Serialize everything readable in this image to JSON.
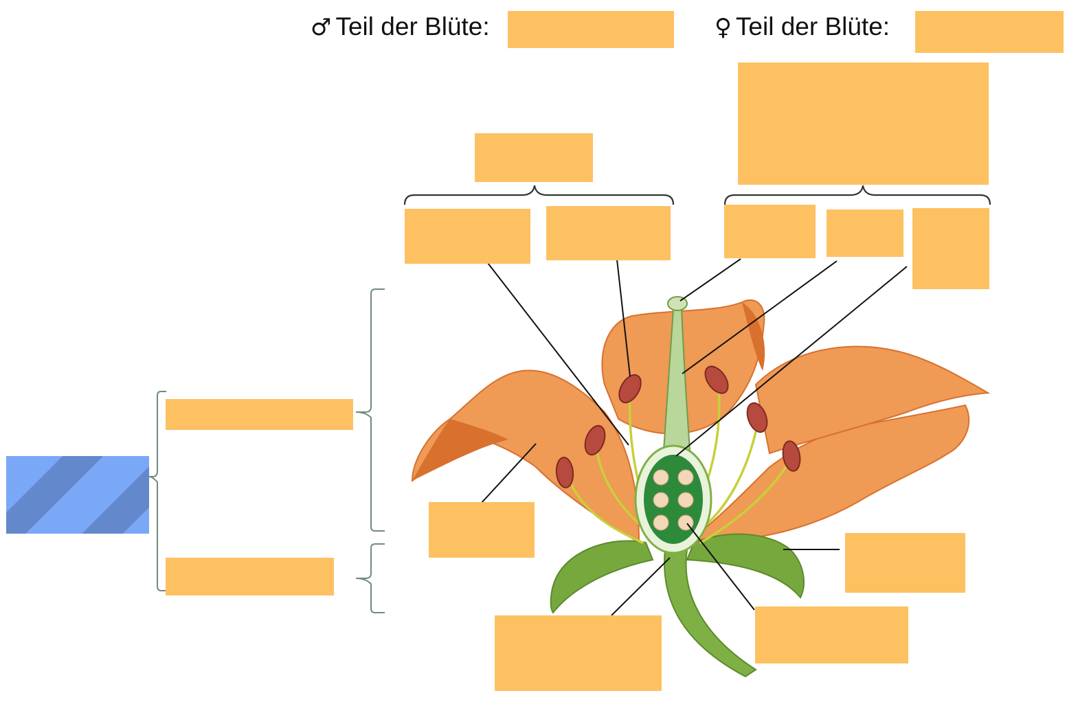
{
  "header": {
    "male": {
      "symbol": "♂",
      "text": "Teil der Blüte:"
    },
    "female": {
      "symbol": "♀",
      "text": "Teil der Blüte:"
    }
  },
  "colors": {
    "label_box": "#fdc162",
    "petal": "#ef9a55",
    "petal_dark": "#d8702e",
    "sepal": "#76a83e",
    "pistil": "#b9d79a",
    "anther": "#b74a3f",
    "filament": "#c9cf3b",
    "bracket": "#6f8a7e",
    "striped_a": "#7aa8f7",
    "striped_b": "#6488cc"
  },
  "label_boxes": [
    {
      "id": "male-part"
    },
    {
      "id": "female-part"
    },
    {
      "id": "stamen-group"
    },
    {
      "id": "pistil-group"
    },
    {
      "id": "anther"
    },
    {
      "id": "filament"
    },
    {
      "id": "stigma"
    },
    {
      "id": "style"
    },
    {
      "id": "ovary"
    },
    {
      "id": "perianth"
    },
    {
      "id": "calyx"
    },
    {
      "id": "petal"
    },
    {
      "id": "sepal"
    },
    {
      "id": "receptacle"
    },
    {
      "id": "ovule"
    }
  ],
  "icons": [
    "male-symbol-icon",
    "female-symbol-icon",
    "flower-illustration"
  ]
}
